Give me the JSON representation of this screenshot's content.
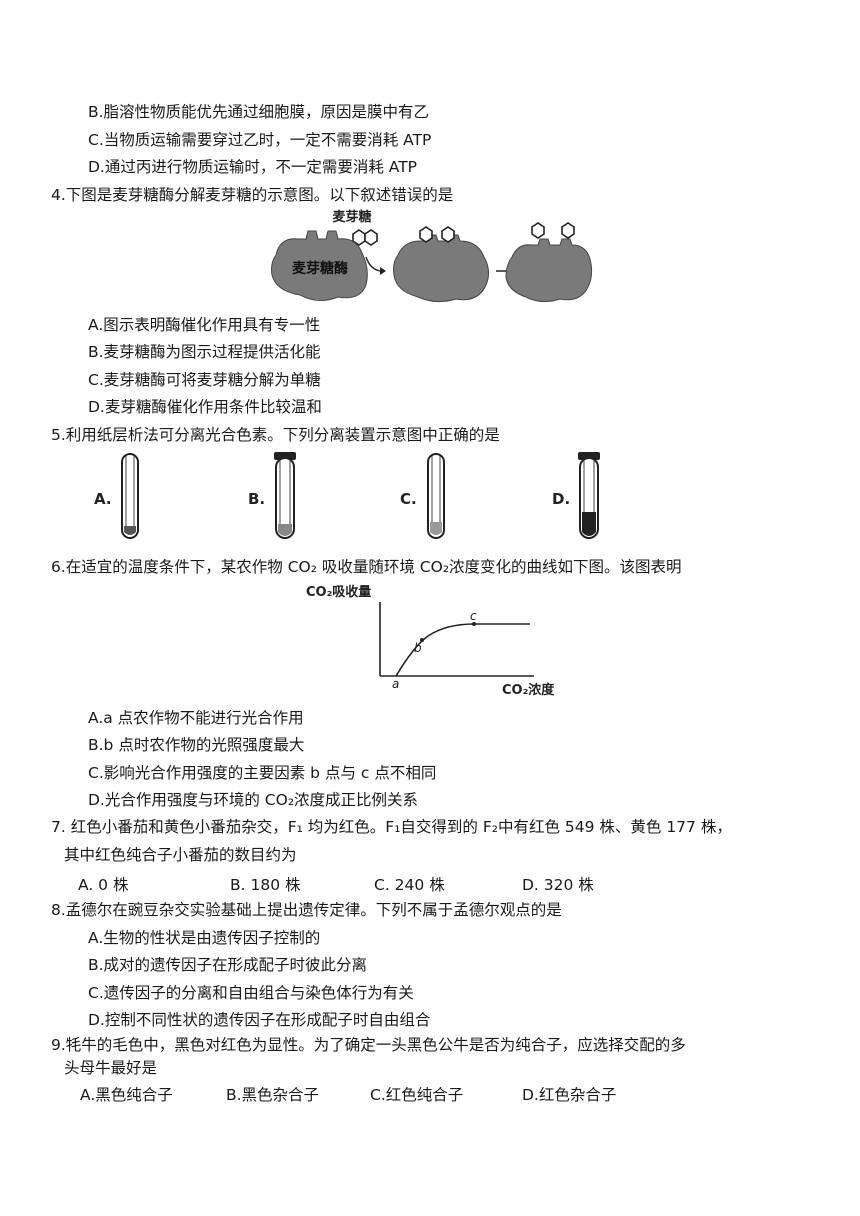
{
  "q3": {
    "options": [
      "B.脂溶性物质能优先通过细胞膜，原因是膜中有乙",
      "C.当物质运输需要穿过乙时，一定不需要消耗 ATP",
      "D.通过丙进行物质运输时，不一定需要消耗 ATP"
    ]
  },
  "q4": {
    "stem": "4.下图是麦芽糖酶分解麦芽糖的示意图。以下叙述错误的是",
    "figure": {
      "substrate_label": "麦芽糖",
      "enzyme_label": "麦芽糖酶"
    },
    "options": [
      "A.图示表明酶催化作用具有专一性",
      "B.麦芽糖酶为图示过程提供活化能",
      "C.麦芽糖酶可将麦芽糖分解为单糖",
      "D.麦芽糖酶催化作用条件比较温和"
    ]
  },
  "q5": {
    "stem": "5.利用纸层析法可分离光合色素。下列分离装置示意图中正确的是",
    "tube_labels": [
      "A.",
      "B.",
      "C.",
      "D."
    ]
  },
  "q6": {
    "stem": "6.在适宜的温度条件下，某农作物 CO₂ 吸收量随环境 CO₂浓度变化的曲线如下图。该图表明",
    "graph": {
      "ylabel": "CO₂吸收量",
      "xlabel": "CO₂浓度",
      "points": [
        "a",
        "b",
        "c"
      ]
    },
    "options": [
      "A.a 点农作物不能进行光合作用",
      "B.b 点时农作物的光照强度最大",
      "C.影响光合作用强度的主要因素 b 点与 c 点不相同",
      "D.光合作用强度与环境的 CO₂浓度成正比例关系"
    ]
  },
  "q7": {
    "stem_line1": "7.  红色小番茄和黄色小番茄杂交，F₁ 均为红色。F₁自交得到的 F₂中有红色 549 株、黄色 177 株，",
    "stem_line2": "其中红色纯合子小番茄的数目约为",
    "options": [
      "A.  0 株",
      "B.  180 株",
      "C.  240 株",
      "D.  320 株"
    ]
  },
  "q8": {
    "stem": "8.孟德尔在豌豆杂交实验基础上提出遗传定律。下列不属于孟德尔观点的是",
    "options": [
      "A.生物的性状是由遗传因子控制的",
      "B.成对的遗传因子在形成配子时彼此分离",
      "C.遗传因子的分离和自由组合与染色体行为有关",
      "D.控制不同性状的遗传因子在形成配子时自由组合"
    ]
  },
  "q9": {
    "stem_line1": "9.牦牛的毛色中，黑色对红色为显性。为了确定一头黑色公牛是否为纯合子，应选择交配的多",
    "stem_line2": "头母牛最好是",
    "options": [
      "A.黑色纯合子",
      "B.黑色杂合子",
      "C.红色纯合子",
      "D.红色杂合子"
    ]
  }
}
